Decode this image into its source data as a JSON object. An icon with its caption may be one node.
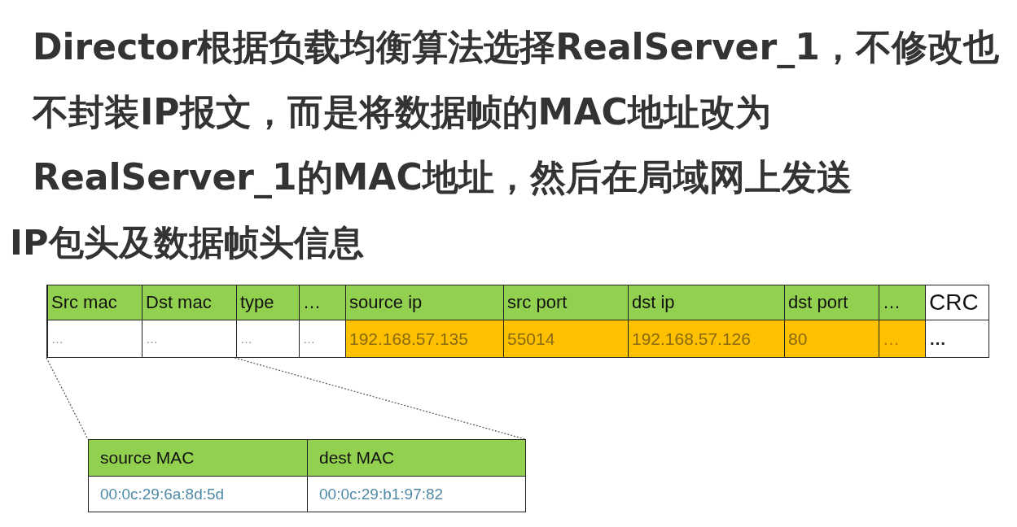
{
  "diagram": {
    "nodes": [
      {
        "text": [],
        "shape": "box"
      },
      {
        "text": [],
        "shape": "box"
      }
    ],
    "edges": [
      {
        "from": 0,
        "to": 1,
        "arrow": "none",
        "style": "dashed"
      },
      {
        "from": 0,
        "to": 1,
        "arrow": "none",
        "style": "dashed"
      }
    ],
    "labels": [
      "Director根据负载均衡算法选择RealServer_1，不修改也不封装IP报文，而是将数据帧的MAC地址改为RealServer_1的MAC地址，然后在局域网上发送",
      "IP包头及数据帧头信息",
      "Src mac",
      "Dst mac",
      "type",
      "…",
      "source ip",
      "src port",
      "dst ip",
      "dst port",
      "…",
      "CRC",
      "…",
      "…",
      "…",
      "…",
      "192.168.57.135",
      "55014",
      "192.168.57.126",
      "80",
      "…",
      "…",
      "source MAC",
      "dest MAC",
      "00:0c:29:6a:8d:5d",
      "00:0c:29:b1:97:82"
    ]
  }
}
